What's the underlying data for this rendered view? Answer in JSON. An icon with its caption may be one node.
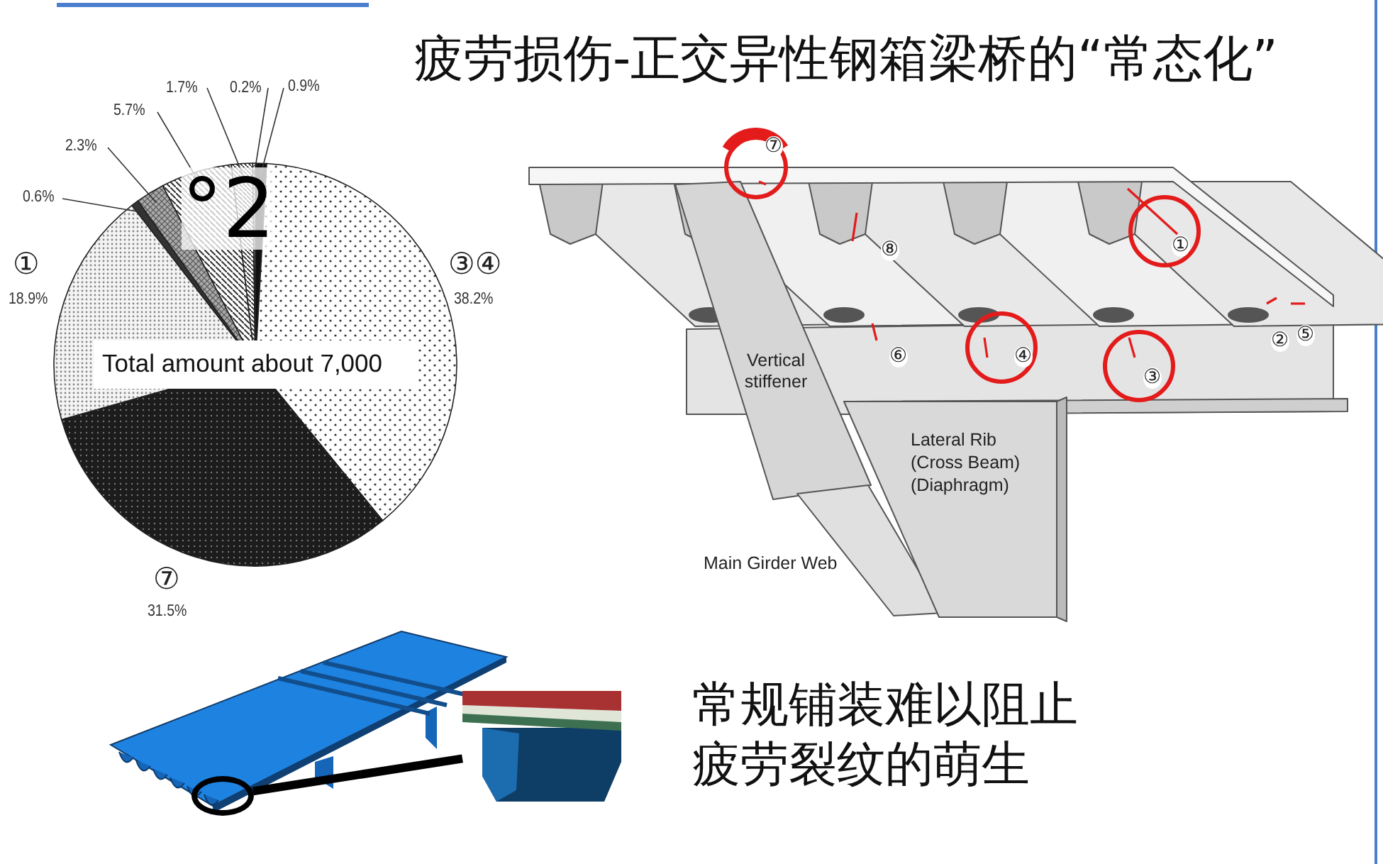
{
  "diagram": {
    "title": "疲劳损伤-正交异性钢箱梁桥的“常态化”",
    "nodes": [
      {
        "text": [],
        "shape": "circle"
      },
      {
        "text": [],
        "shape": "picture"
      }
    ],
    "edges": [
      {
        "from": 0,
        "to": 1,
        "arrow": "none"
      }
    ],
    "labels": [
      "Vertical stiffener",
      "Lateral Rib (Cross Beam) (Diaphragm)",
      "Main Girder Web",
      "⑦",
      "⑧",
      "①",
      "⑥",
      "④",
      "③",
      "②",
      "⑤",
      "常规铺装难以阻止疲劳裂纹的萌生"
    ],
    "chart_data": {
      "type": "pie",
      "categories": [
        null,
        "③④",
        "⑦",
        "①",
        null,
        null,
        null,
        null,
        null
      ],
      "values": [
        0.9,
        38.2,
        31.5,
        18.9,
        0.6,
        2.3,
        5.7,
        1.7,
        0.2
      ],
      "value_labels": [
        "0.9%",
        "38.2%",
        "31.5%",
        "18.9%",
        "0.6%",
        "2.3%",
        "5.7%",
        "1.7%",
        "0.2%"
      ],
      "annotations": [
        "Total amount about 7,000",
        "°2"
      ]
    }
  }
}
